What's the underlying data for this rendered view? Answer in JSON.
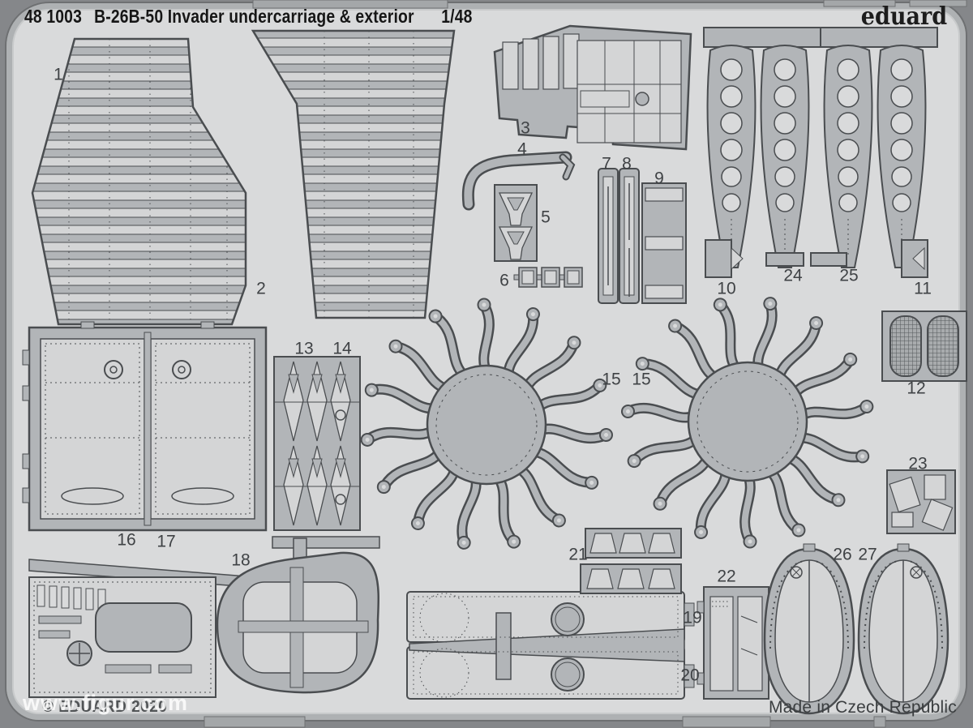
{
  "header": {
    "catalog_number": "48 1003",
    "title": "B-26B-50 Invader undercarriage & exterior",
    "scale": "1/48"
  },
  "brand": {
    "logo": "eduard"
  },
  "footer": {
    "copyright": "© EDUARD 2020",
    "made_in": "Made in Czech Republic",
    "watermark": "www.figur.com"
  },
  "sheet": {
    "kind": "photo-etched brass fret (product photo)",
    "colors": {
      "background": "#85878a",
      "sheet": "#d9dadb",
      "sheet_border": "#aeb1b3",
      "part_fill": "#b2b5b8",
      "part_etched_light": "#d4d5d6",
      "part_outline": "#4a4d50",
      "text_dark": "#161616",
      "watermark_white": "rgba(255,255,255,0.8)"
    }
  },
  "parts": {
    "count": 27,
    "labels": [
      "1",
      "2",
      "3",
      "4",
      "5",
      "6",
      "7",
      "8",
      "9",
      "10",
      "24",
      "25",
      "11",
      "12",
      "13",
      "14",
      "15",
      "15",
      "16",
      "17",
      "18",
      "19",
      "20",
      "21",
      "22",
      "23",
      "26",
      "27"
    ]
  }
}
